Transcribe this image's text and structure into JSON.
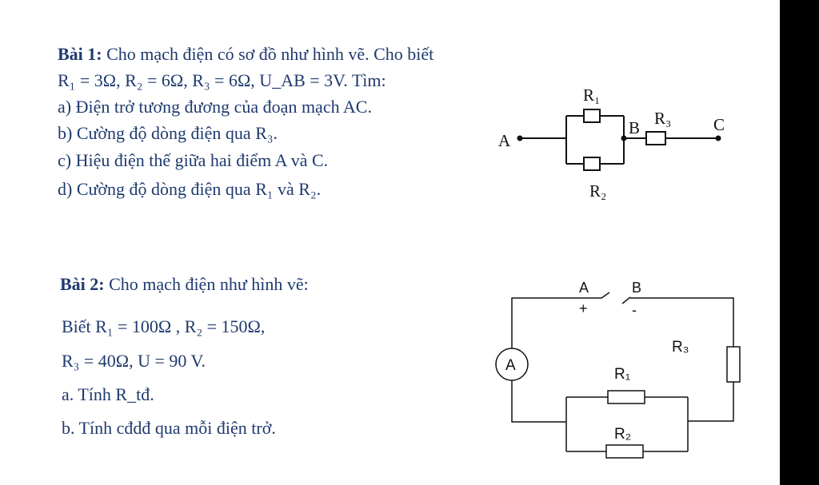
{
  "problem1": {
    "title": "Bài 1:",
    "intro": " Cho mạch điện có sơ đồ như hình vẽ. Cho biết",
    "given": "R₁ = 3Ω, R₂ = 6Ω, R₃ = 6Ω, U_AB = 3V. Tìm:",
    "questions": [
      "a) Điện trở tương đương của đoạn mạch AC.",
      "b) Cường độ dòng điện qua R₃.",
      "c) Hiệu điện thế giữa hai điểm A và C.",
      "d) Cường độ dòng điện qua R₁ và R₂."
    ],
    "diagram": {
      "A": "A",
      "B": "B",
      "C": "C",
      "R1": "R₁",
      "R2": "R₂",
      "R3": "R₃"
    }
  },
  "problem2": {
    "title": "Bài 2:",
    "intro": " Cho mạch điện như hình vẽ:",
    "given_line1": "Biết R₁ = 100Ω , R₂ = 150Ω,",
    "given_line2": "R₃ = 40Ω, U = 90 V.",
    "questions": [
      "a. Tính R_tđ.",
      "b. Tính cđdđ qua mỗi điện trở."
    ],
    "diagram": {
      "A": "A",
      "B": "B",
      "plus": "+",
      "minus": "-",
      "ammeter": "A",
      "R1": "R₁",
      "R2": "R₂",
      "R3": "R₃"
    }
  }
}
